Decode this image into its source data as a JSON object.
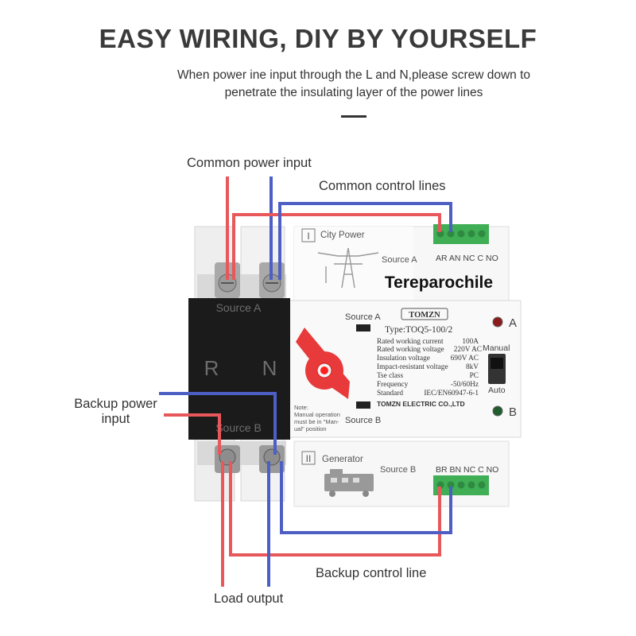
{
  "header": {
    "title": "EASY WIRING, DIY BY YOURSELF",
    "subtitle_line1": "When power ine input through the L and N,please screw down to",
    "subtitle_line2": "penetrate the insulating layer of the power lines"
  },
  "labels": {
    "common_power_input": "Common power input",
    "common_control_lines": "Common control lines",
    "backup_power_input_line1": "Backup power",
    "backup_power_input_line2": "input",
    "backup_control_line": "Backup control line",
    "load_output": "Load output"
  },
  "device": {
    "left_block": {
      "source_a": "Source A",
      "source_b": "Source B",
      "r": "R",
      "n": "N"
    },
    "city_module": {
      "roman": "I",
      "title": "City Power",
      "source": "Source A",
      "terminals": "AR AN NC C NO"
    },
    "generator_module": {
      "roman": "II",
      "title": "Generator",
      "source": "Source B",
      "terminals": "BR BN NC C NO"
    },
    "watermark": "Tereparochile",
    "front": {
      "source_a": "Source A",
      "source_b": "Source B",
      "brand": "TOMZN",
      "type": "Type:TOQ5-100/2",
      "specs": [
        {
          "k": "Rated working current",
          "v": "100A"
        },
        {
          "k": "Rated working voltage",
          "v": "220V AC"
        },
        {
          "k": "Insulation voltage",
          "v": "690V AC"
        },
        {
          "k": "Impact-resistant voltage",
          "v": "8kV"
        },
        {
          "k": "Tse class",
          "v": "PC"
        },
        {
          "k": "Frequency",
          "v": "-50/60Hz"
        },
        {
          "k": "Standard",
          "v": "IEC/EN60947-6-1"
        }
      ],
      "company": "TOMZN ELECTRIC CO.,LTD",
      "manual": "Manual",
      "auto": "Auto",
      "indicator_a": "A",
      "indicator_b": "B",
      "note_line1": "Note:",
      "note_line2": "Manual operation",
      "note_line3": "must be in \"Man-",
      "note_line4": "ual\" position"
    }
  },
  "colors": {
    "red_wire": "#e8575a",
    "blue_wire": "#4d5fc4",
    "green_terminal": "#3fae55",
    "knob_red": "#e83a3a"
  }
}
